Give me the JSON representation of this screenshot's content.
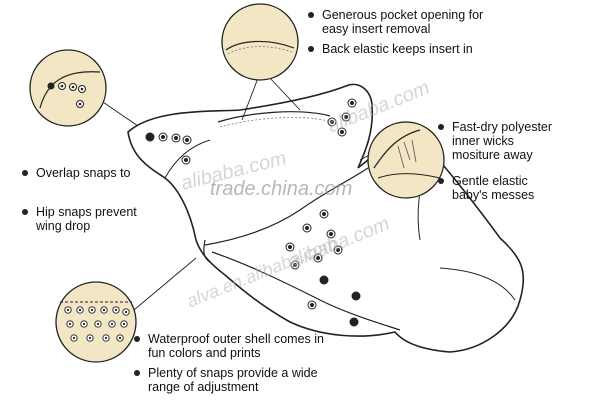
{
  "features": [
    {
      "line1": "Generous pocket opening for",
      "line2": "easy insert removal"
    },
    {
      "line1": "Back elastic keeps insert in",
      "line2": ""
    },
    {
      "line1": "Fast-dry polyester",
      "line2": "inner wicks",
      "line3": "mositure away"
    },
    {
      "line1": "Gentle elastic",
      "line2": "baby's messes"
    },
    {
      "line1": "Overlap snaps to",
      "line2": ""
    },
    {
      "line1": "Hip snaps prevent",
      "line2": "wing drop"
    },
    {
      "line1": "Waterproof outer shell comes in",
      "line2": "fun colors and prints"
    },
    {
      "line1": "Plenty of snaps provide a wide",
      "line2": "range of adjustment"
    }
  ],
  "watermarks": {
    "alibaba_1": "alibaba.com",
    "alibaba_2": "alibaba.com",
    "alibaba_3": "alibaba.com",
    "tradechina": "trade.china.com",
    "alva": "alva.en.alibaba.com"
  },
  "colors": {
    "circle_fill": "#f2e6c4",
    "outline": "#222222",
    "watermark": "#b5b5b5"
  }
}
